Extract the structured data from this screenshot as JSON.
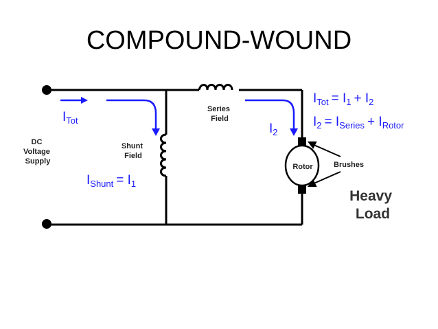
{
  "title": "COMPOUND-WOUND",
  "labels": {
    "dc_supply": [
      "DC",
      "Voltage",
      "Supply"
    ],
    "shunt_field": [
      "Shunt",
      "Field"
    ],
    "series_field": [
      "Series",
      "Field"
    ],
    "rotor": "Rotor",
    "brushes": "Brushes",
    "heavy_load": [
      "Heavy",
      "Load"
    ]
  },
  "equations": {
    "i_tot": {
      "main": "I",
      "sub": "Tot"
    },
    "i_shunt": {
      "main": "I",
      "sub": "Shunt",
      "rhs": "= I",
      "rhs_sub": "1"
    },
    "i2": {
      "main": "I",
      "sub": "2"
    },
    "total": {
      "a": "I",
      "a_sub": "Tot",
      "b": "= I",
      "b_sub": "1",
      "c": "+ I",
      "c_sub": "2"
    },
    "i2_def": {
      "a": "I",
      "a_sub": "2",
      "b": "= I",
      "b_sub": "Series",
      "c": "+ I",
      "c_sub": "Rotor"
    }
  },
  "colors": {
    "wire": "#000000",
    "current": "#1a1aff",
    "label": "#222222"
  }
}
